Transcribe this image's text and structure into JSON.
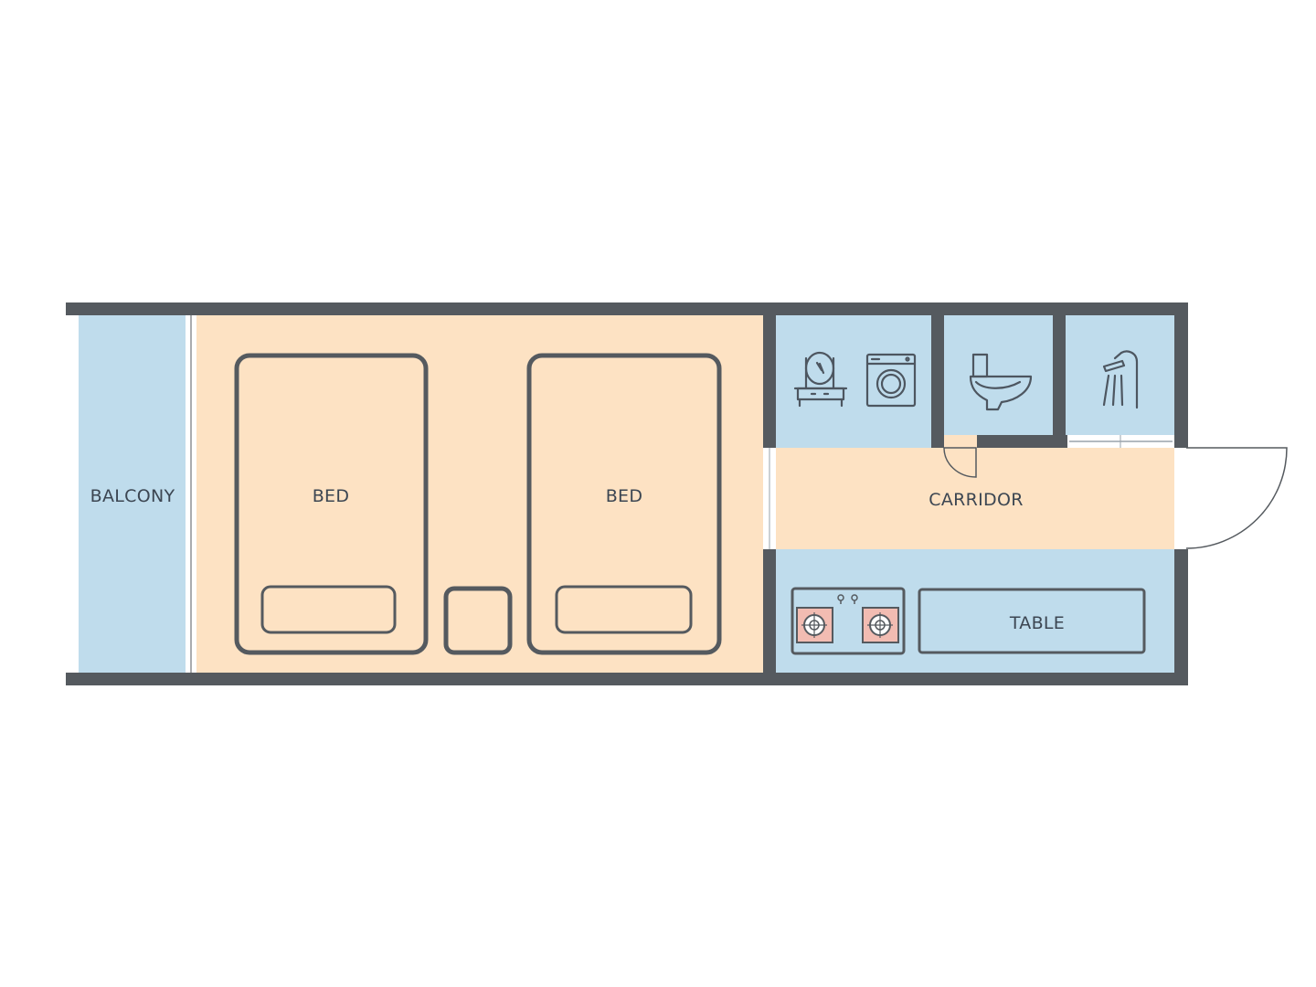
{
  "colors": {
    "wall": "#555a5f",
    "cool_zone": "#bfdcec",
    "warm_zone": "#fde2c3",
    "furniture_stroke": "#555a5f",
    "burner_fill": "#f2bcb2",
    "door_line": "#555a5f"
  },
  "rooms": {
    "balcony": {
      "label": "BALCONY"
    },
    "bed_1": {
      "label": "BED"
    },
    "bed_2": {
      "label": "BED"
    },
    "corridor": {
      "label": "CARRIDOR"
    },
    "table": {
      "label": "TABLE"
    }
  },
  "icons": {
    "vanity": "vanity-mirror-icon",
    "washer": "washing-machine-icon",
    "toilet": "toilet-icon",
    "shower": "shower-icon",
    "stove": "gas-stove-icon"
  }
}
